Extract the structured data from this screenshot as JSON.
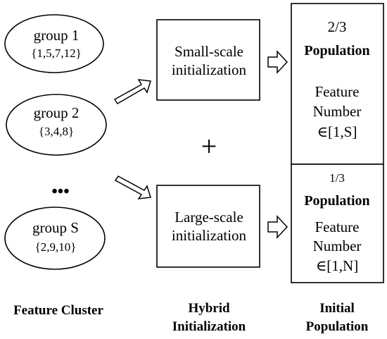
{
  "clusters": {
    "group1": {
      "name": "group 1",
      "members": "{1,5,7,12}"
    },
    "group2": {
      "name": "group 2",
      "members": "{3,4,8}"
    },
    "ellipsis": "•••",
    "groupS": {
      "name": "group S",
      "members": "{2,9,10}"
    }
  },
  "initialization": {
    "small_line1": "Small-scale",
    "small_line2": "initialization",
    "plus": "+",
    "large_line1": "Large-scale",
    "large_line2": "initialization"
  },
  "population": {
    "top": {
      "fraction": "2/3",
      "label": "Population",
      "feature_line1": "Feature",
      "feature_line2": "Number",
      "range": "∈[1,S]"
    },
    "bottom": {
      "fraction": "1/3",
      "label": "Population",
      "feature_line1": "Feature",
      "feature_line2": "Number",
      "range": "∈[1,N]"
    }
  },
  "headings": {
    "col1": "Feature Cluster",
    "col2_line1": "Hybrid",
    "col2_line2": "Initialization",
    "col3_line1": "Initial",
    "col3_line2": "Population"
  }
}
